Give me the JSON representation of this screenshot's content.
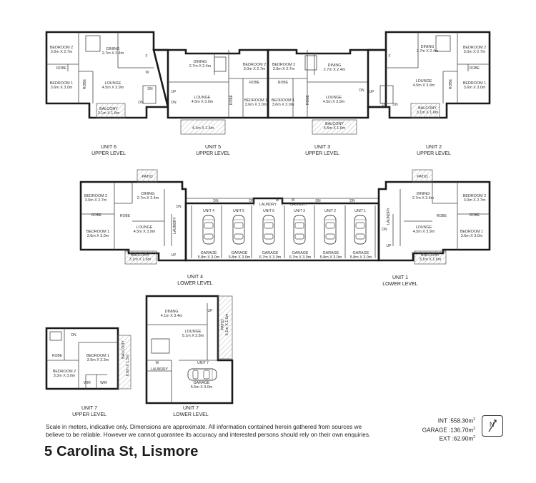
{
  "address": "5 Carolina St, Lismore",
  "disclaimer": "Scale in meters, indicative only. Dimensions are approximate. All information contained herein gathered from sources we believe to be reliable. However we cannot guarantee its accuracy and interested persons should rely on their own enquiries.",
  "areas": [
    {
      "label": "INT",
      "value": ":558.30m",
      "unit_sup": "2"
    },
    {
      "label": "GARAGE",
      "value": ":136.70m",
      "unit_sup": "2"
    },
    {
      "label": "EXT",
      "value": ":62.90m",
      "unit_sup": "2"
    }
  ],
  "compass_glyph": "N",
  "units": {
    "u6": {
      "name": "UNIT 6",
      "level": "UPPER LEVEL"
    },
    "u5": {
      "name": "UNIT 5",
      "level": "UPPER LEVEL"
    },
    "u3": {
      "name": "UNIT 3",
      "level": "UPPER LEVEL"
    },
    "u2": {
      "name": "UNIT 2",
      "level": "UPPER LEVEL"
    },
    "u4": {
      "name": "UNIT 4",
      "level": "LOWER LEVEL"
    },
    "u1": {
      "name": "UNIT 1",
      "level": "LOWER LEVEL"
    },
    "u7up": {
      "name": "UNIT 7",
      "level": "UPPER LEVEL"
    },
    "u7low": {
      "name": "UNIT 7",
      "level": "LOWER LEVEL"
    }
  },
  "rooms": {
    "u6_bed2": [
      "BEDROOM 2",
      "3.0m X 2.7m"
    ],
    "u6_bed1": [
      "BEDROOM 1",
      "3.6m X 3.0m"
    ],
    "u6_dining": [
      "DINING",
      "2.7m X 2.4m"
    ],
    "u6_lounge": [
      "LOUNGE",
      "4.5m X 3.9m"
    ],
    "u6_balcony": [
      "BALCONY",
      "3.1m X 1.6m"
    ],
    "u5_dining": [
      "DINING",
      "2.7m X 2.4m"
    ],
    "u5_lounge": [
      "LOUNGE",
      "4.5m X 3.9m"
    ],
    "u5_bed2": [
      "BEDROOM 2",
      "3.0m X 2.7m"
    ],
    "u5_bed1": [
      "BEDROOM 1",
      "3.6m X 3.0m"
    ],
    "u5_balcony": [
      "",
      "4.1m X 1.6m"
    ],
    "u3_bed2": [
      "BEDROOM 2",
      "3.0m X 2.7m"
    ],
    "u3_bed1": [
      "BEDROOM 1",
      "3.6m X 3.0m"
    ],
    "u3_dining": [
      "DINING",
      "2.7m X 2.4m"
    ],
    "u3_lounge": [
      "LOUNGE",
      "4.5m X 3.9m"
    ],
    "u3_balcony": [
      "BALCONY",
      "4.5m X 1.6m"
    ],
    "u2_dining": [
      "DINING",
      "2.7m X 2.4m"
    ],
    "u2_bed2": [
      "BEDROOM 2",
      "3.0m X 2.7m"
    ],
    "u2_lounge": [
      "LOUNGE",
      "4.5m X 3.9m"
    ],
    "u2_bed1": [
      "BEDROOM 1",
      "3.6m X 3.0m"
    ],
    "u2_balcony": [
      "BALCONY",
      "3.1m X 1.6m"
    ],
    "u4_bed2": [
      "BEDROOM 2",
      "3.0m X 2.7m"
    ],
    "u4_dining": [
      "DINING",
      "2.7m X 2.4m"
    ],
    "u4_bed1": [
      "BEDROOM 1",
      "3.6m X 3.0m"
    ],
    "u4_lounge": [
      "LOUNGE",
      "4.5m X 3.9m"
    ],
    "u4_balcony": [
      "BALCONY",
      "3.1m X 1.6m"
    ],
    "g4": [
      "GARAGE",
      "5.8m X 3.0m"
    ],
    "g5": [
      "GARAGE",
      "5.8m X 3.0m"
    ],
    "g6": [
      "GARAGE",
      "6.7m X 3.0m"
    ],
    "g3": [
      "GARAGE",
      "6.7m X 3.0m"
    ],
    "g2": [
      "GARAGE",
      "5.8m X 3.0m"
    ],
    "g1": [
      "GARAGE",
      "5.8m X 3.0m"
    ],
    "u1_dining": [
      "DINING",
      "2.7m X 2.4m"
    ],
    "u1_bed2": [
      "BEDROOM 2",
      "3.0m X 2.7m"
    ],
    "u1_lounge": [
      "LOUNGE",
      "4.5m X 3.9m"
    ],
    "u1_bed1": [
      "BEDROOM 1",
      "3.6m X 3.0m"
    ],
    "u1_balcony": [
      "BALCONY",
      "3.1m X 1.6m"
    ],
    "u7_bed1": [
      "BEDROOM 1",
      "3.9m X 3.3m"
    ],
    "u7_bed2": [
      "BEDROOM 2",
      "3.3m X 3.0m"
    ],
    "u7_balcony": [
      "BALCONY",
      "6.0m X 1.5m"
    ],
    "u7_dining": [
      "DINING",
      "4.1m X 3.4m"
    ],
    "u7_lounge": [
      "LOUNGE",
      "5.1m X 3.8m"
    ],
    "u7_patio": [
      "PATIO",
      "6.1m X 1.5m"
    ],
    "u7_garage": [
      "GARAGE",
      "5.5m X 3.0m"
    ]
  },
  "tags": {
    "robe": "ROBE",
    "laundry": "LAUNDRY",
    "patio": "PATIO",
    "up": "UP",
    "dn": "DN",
    "wir": "WIR",
    "w": "W",
    "f": "F",
    "garage_unit4": "UNIT 4",
    "garage_unit5": "UNIT 5",
    "garage_unit6": "UNIT 6",
    "garage_unit3": "UNIT 3",
    "garage_unit2": "UNIT 2",
    "garage_unit1": "UNIT 1",
    "garage_unit7": "UNIT 7"
  }
}
